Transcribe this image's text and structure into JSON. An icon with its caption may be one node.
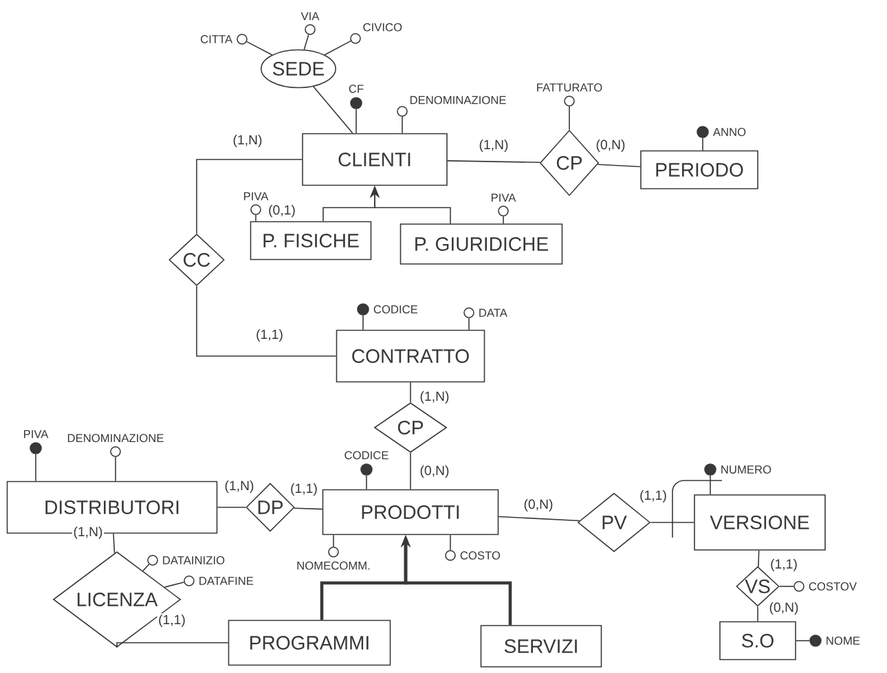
{
  "diagram": {
    "nodes": [
      {
        "text": [
          "SEDE"
        ]
      },
      {
        "text": [],
        "shape": "circle",
        "beside": [
          "CITTA"
        ]
      },
      {
        "text": [],
        "shape": "circle",
        "beside": [
          "VIA"
        ]
      },
      {
        "text": [],
        "shape": "circle",
        "beside": [
          "CIVICO"
        ]
      },
      {
        "text": [
          "CLIENTI"
        ]
      },
      {
        "text": [],
        "shape": "dot",
        "beside": [
          "CF"
        ]
      },
      {
        "text": [],
        "shape": "circle",
        "beside": [
          "DENOMINAZIONE"
        ]
      },
      {
        "text": [
          "CP"
        ]
      },
      {
        "text": [],
        "shape": "circle",
        "beside": [
          "FATTURATO"
        ]
      },
      {
        "text": [
          "PERIODO"
        ]
      },
      {
        "text": [],
        "shape": "dot",
        "beside": [
          "ANNO"
        ]
      },
      {
        "text": [
          "P. FISICHE"
        ]
      },
      {
        "text": [],
        "shape": "circle",
        "beside": [
          "PIVA"
        ]
      },
      {
        "text": [
          "P. GIURIDICHE"
        ]
      },
      {
        "text": [],
        "shape": "circle",
        "beside": [
          "PIVA"
        ]
      },
      {
        "text": [
          "CC"
        ]
      },
      {
        "text": [
          "CONTRATTO"
        ]
      },
      {
        "text": [],
        "shape": "dot",
        "beside": [
          "CODICE"
        ]
      },
      {
        "text": [],
        "shape": "circle",
        "beside": [
          "DATA"
        ]
      },
      {
        "text": [
          "CP"
        ]
      },
      {
        "text": [
          "DISTRIBUTORI"
        ]
      },
      {
        "text": [],
        "shape": "dot",
        "beside": [
          "PIVA"
        ]
      },
      {
        "text": [],
        "shape": "circle",
        "beside": [
          "DENOMINAZIONE"
        ]
      },
      {
        "text": [
          "DP"
        ]
      },
      {
        "text": [
          "PRODOTTI"
        ]
      },
      {
        "text": [],
        "shape": "dot",
        "beside": [
          "CODICE"
        ]
      },
      {
        "text": [],
        "shape": "circle",
        "beside": [
          "NOMECOMM."
        ]
      },
      {
        "text": [],
        "shape": "circle",
        "beside": [
          "COSTO"
        ]
      },
      {
        "text": [
          "PV"
        ]
      },
      {
        "text": [
          "VERSIONE"
        ]
      },
      {
        "text": [],
        "shape": "dot",
        "beside": [
          "NUMERO"
        ]
      },
      {
        "text": [
          "VS"
        ]
      },
      {
        "text": [],
        "shape": "circle",
        "beside": [
          "COSTOV"
        ]
      },
      {
        "text": [
          "S.O"
        ]
      },
      {
        "text": [],
        "shape": "dot",
        "beside": [
          "NOME"
        ]
      },
      {
        "text": [
          "LICENZA"
        ]
      },
      {
        "text": [],
        "shape": "circle",
        "beside": [
          "DATAINIZIO"
        ]
      },
      {
        "text": [],
        "shape": "circle",
        "beside": [
          "DATAFINE"
        ]
      },
      {
        "text": [
          "PROGRAMMI"
        ]
      },
      {
        "text": [
          "SERVIZI"
        ]
      }
    ],
    "edges": [
      {
        "from": 1,
        "to": 0,
        "arrow": "none"
      },
      {
        "from": 2,
        "to": 0,
        "arrow": "none"
      },
      {
        "from": 3,
        "to": 0,
        "arrow": "none"
      },
      {
        "from": 0,
        "to": 4,
        "arrow": "none"
      },
      {
        "from": 5,
        "to": 4,
        "arrow": "none"
      },
      {
        "from": 6,
        "to": 4,
        "arrow": "none"
      },
      {
        "from": 4,
        "to": 15,
        "arrow": "none",
        "label": "(1,N)"
      },
      {
        "from": 4,
        "to": 7,
        "arrow": "none",
        "label": "(1,N)"
      },
      {
        "from": 8,
        "to": 7,
        "arrow": "none"
      },
      {
        "from": 7,
        "to": 9,
        "arrow": "none",
        "label": "(0,N)"
      },
      {
        "from": 10,
        "to": 9,
        "arrow": "none"
      },
      {
        "from": 11,
        "to": 4,
        "arrow": "to"
      },
      {
        "from": 13,
        "to": 4,
        "arrow": "to"
      },
      {
        "from": 12,
        "to": 11,
        "arrow": "none",
        "label": "(0,1)"
      },
      {
        "from": 14,
        "to": 13,
        "arrow": "none"
      },
      {
        "from": 15,
        "to": 16,
        "arrow": "none",
        "label": "(1,1)"
      },
      {
        "from": 17,
        "to": 16,
        "arrow": "none"
      },
      {
        "from": 18,
        "to": 16,
        "arrow": "none"
      },
      {
        "from": 16,
        "to": 19,
        "arrow": "none",
        "label": "(1,N)"
      },
      {
        "from": 19,
        "to": 24,
        "arrow": "none",
        "label": "(0,N)"
      },
      {
        "from": 21,
        "to": 20,
        "arrow": "none"
      },
      {
        "from": 22,
        "to": 20,
        "arrow": "none"
      },
      {
        "from": 20,
        "to": 23,
        "arrow": "none",
        "label": "(1,N)"
      },
      {
        "from": 23,
        "to": 24,
        "arrow": "none",
        "label": "(1,1)"
      },
      {
        "from": 25,
        "to": 24,
        "arrow": "none"
      },
      {
        "from": 26,
        "to": 24,
        "arrow": "none"
      },
      {
        "from": 27,
        "to": 24,
        "arrow": "none"
      },
      {
        "from": 24,
        "to": 28,
        "arrow": "none",
        "label": "(0,N)"
      },
      {
        "from": 28,
        "to": 29,
        "arrow": "none",
        "label": "(1,1)"
      },
      {
        "from": 30,
        "to": 29,
        "arrow": "none"
      },
      {
        "from": 29,
        "to": 31,
        "arrow": "none",
        "label": "(1,1)"
      },
      {
        "from": 32,
        "to": 31,
        "arrow": "none"
      },
      {
        "from": 31,
        "to": 33,
        "arrow": "none",
        "label": "(0,N)"
      },
      {
        "from": 34,
        "to": 33,
        "arrow": "none"
      },
      {
        "from": 20,
        "to": 35,
        "arrow": "none",
        "label": "(1,N)"
      },
      {
        "from": 36,
        "to": 35,
        "arrow": "none"
      },
      {
        "from": 37,
        "to": 35,
        "arrow": "none"
      },
      {
        "from": 35,
        "to": 38,
        "arrow": "none",
        "label": "(1,1)"
      },
      {
        "from": 38,
        "to": 24,
        "arrow": "to",
        "style": "thick"
      },
      {
        "from": 39,
        "to": 24,
        "arrow": "to",
        "style": "thick"
      }
    ]
  }
}
